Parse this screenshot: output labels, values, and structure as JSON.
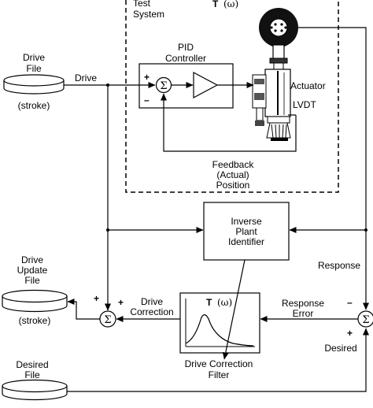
{
  "test_system": {
    "line1": "Test",
    "line2": "System",
    "transfer": "T",
    "omega": "(ω)"
  },
  "pid": {
    "line1": "PID",
    "line2": "Controller",
    "plus": "+",
    "minus": "–"
  },
  "sigma": "Σ",
  "drive_file": {
    "line1": "Drive",
    "line2": "File",
    "note": "(stroke)"
  },
  "drive_label": "Drive",
  "actuator_label": "Actuator",
  "lvdt_label": "LVDT",
  "feedback": {
    "line1": "Feedback",
    "line2": "(Actual)",
    "line3": "Position"
  },
  "inverse": {
    "line1": "Inverse",
    "line2": "Plant",
    "line3": "Identifier"
  },
  "response_label": "Response",
  "drive_update_file": {
    "line1": "Drive",
    "line2": "Update",
    "line3": "File",
    "note": "(stroke)"
  },
  "drive_correction": {
    "line1": "Drive",
    "line2": "Correction"
  },
  "filter_box": {
    "transfer": "T",
    "omega": "(ω)"
  },
  "filter_caption": {
    "line1": "Drive Correction",
    "line2": "Filter"
  },
  "response_error": {
    "line1": "Response",
    "line2": "Error"
  },
  "desired_label": "Desired",
  "desired_file": {
    "line1": "Desired",
    "line2": "File"
  },
  "left_sum": {
    "plus1": "+",
    "plus2": "+"
  },
  "right_sum": {
    "minus": "–",
    "plus": "+"
  }
}
